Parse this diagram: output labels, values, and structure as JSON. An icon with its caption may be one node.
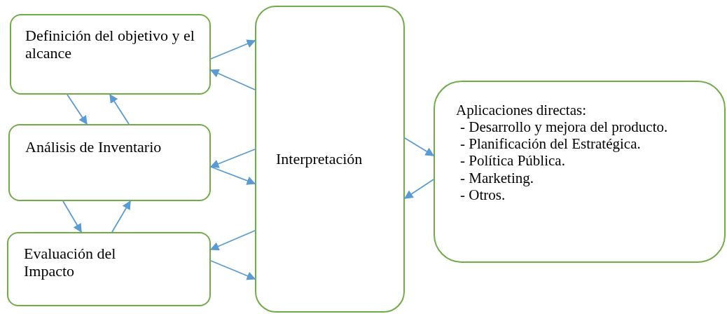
{
  "diagram": {
    "nodes": [
      {
        "text": [
          "Definición del objetivo y el alcance"
        ]
      },
      {
        "text": [
          "Análisis de Inventario"
        ]
      },
      {
        "text": [
          "Evaluación del Impacto"
        ]
      },
      {
        "text": [
          "Interpretación"
        ]
      },
      {
        "text": [
          "Aplicaciones directas:",
          "- Desarrollo y mejora del producto.",
          "- Planificación del Estratégica.",
          "- Política Pública.",
          "- Marketing.",
          "- Otros."
        ]
      }
    ],
    "edges": [
      {
        "from": 0,
        "to": 3,
        "arrow": "to"
      },
      {
        "from": 3,
        "to": 0,
        "arrow": "to"
      },
      {
        "from": 0,
        "to": 1,
        "arrow": "to"
      },
      {
        "from": 1,
        "to": 0,
        "arrow": "to"
      },
      {
        "from": 3,
        "to": 1,
        "arrow": "to"
      },
      {
        "from": 1,
        "to": 3,
        "arrow": "to"
      },
      {
        "from": 1,
        "to": 2,
        "arrow": "to"
      },
      {
        "from": 2,
        "to": 1,
        "arrow": "to"
      },
      {
        "from": 3,
        "to": 2,
        "arrow": "to"
      },
      {
        "from": 2,
        "to": 3,
        "arrow": "to"
      },
      {
        "from": 3,
        "to": 4,
        "arrow": "to"
      },
      {
        "from": 4,
        "to": 3,
        "arrow": "to"
      }
    ]
  }
}
